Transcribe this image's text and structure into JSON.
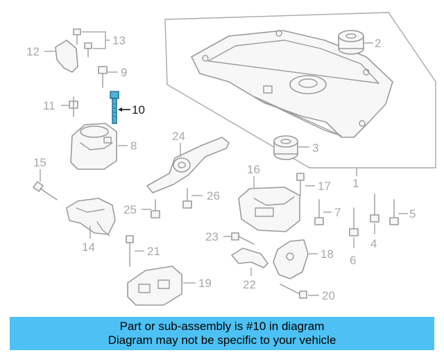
{
  "diagram": {
    "callouts": [
      "1",
      "2",
      "3",
      "4",
      "5",
      "6",
      "7",
      "8",
      "9",
      "10",
      "11",
      "12",
      "13",
      "14",
      "15",
      "16",
      "17",
      "18",
      "19",
      "20",
      "21",
      "22",
      "23",
      "24",
      "25",
      "26"
    ],
    "highlighted_callout": "10",
    "colors": {
      "highlight": "#4fb3d9",
      "caption_bg": "#4dc1f3",
      "line": "#a8a8a8"
    }
  },
  "caption": {
    "line1": "Part or sub-assembly is #10 in diagram",
    "line2": "Diagram may not be specific to your vehicle"
  }
}
